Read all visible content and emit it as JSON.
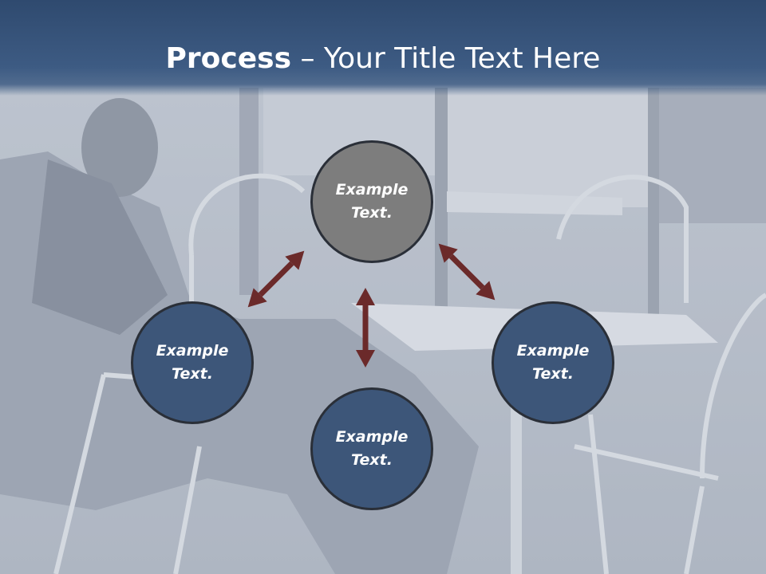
{
  "slide": {
    "title_bold": "Process",
    "title_rest": " – Your Title Text Here"
  },
  "nodes": {
    "top": "Example\nText.",
    "left": "Example\nText.",
    "right": "Example\nText.",
    "bottom": "Example\nText."
  },
  "colors": {
    "title_bar": "#3d5b83",
    "node_blue": "#3d5679",
    "node_gray": "#7d7d7d",
    "arrow": "#6b2a2a"
  }
}
